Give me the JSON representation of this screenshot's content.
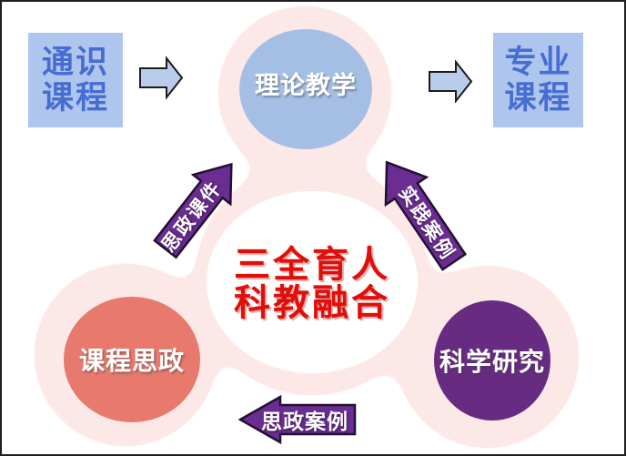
{
  "diagram": {
    "left_box": {
      "line1": "通识",
      "line2": "课程"
    },
    "right_box": {
      "line1": "专业",
      "line2": "课程"
    },
    "top_circle_label": "理论教学",
    "center_motto": {
      "line1": "三全育人",
      "line2": "科教融合"
    },
    "left_circle_label": "课程思政",
    "right_circle_label": "科学研究",
    "arrow_up_left_label": "思政课件",
    "arrow_up_right_label": "实践案例",
    "arrow_bottom_label": "思政案例"
  },
  "colors": {
    "blob-pink": "#fce9e7",
    "box-blue": "#aec5ee",
    "box-text-blue": "#466ed2",
    "flow-arrow-blue": "#b9cceb",
    "circle-blue": "#a5bfe4",
    "circle-salmon": "#e8796d",
    "circle-purple": "#672c82",
    "arrow-purple": "#6a2d91",
    "arrow-outline": "#231032",
    "center-red": "#e10f0a"
  }
}
